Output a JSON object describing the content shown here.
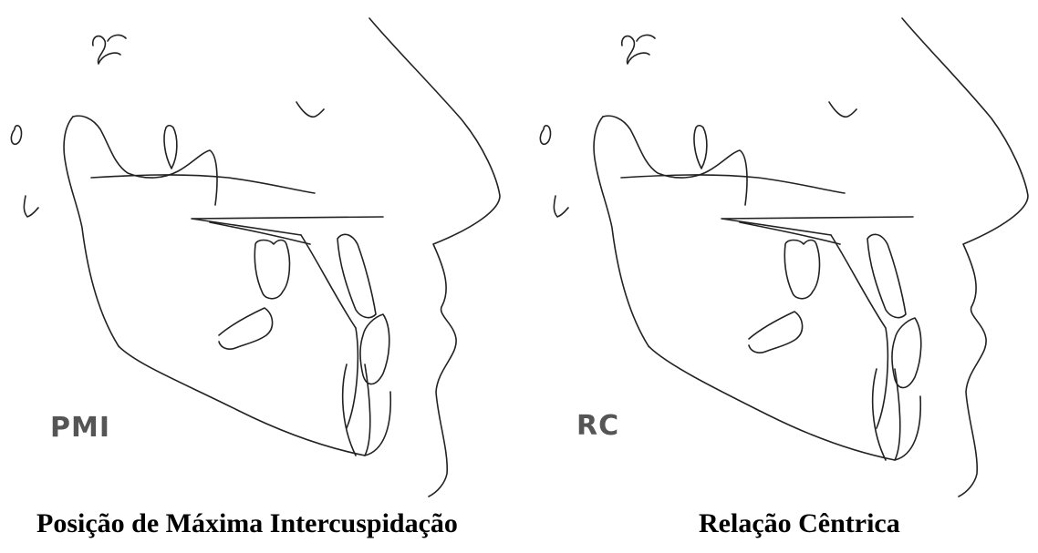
{
  "panels": [
    {
      "tag": "PMI",
      "caption": "Posição de Máxima Intercuspidação"
    },
    {
      "tag": "RC",
      "caption": "Relação Cêntrica"
    }
  ]
}
